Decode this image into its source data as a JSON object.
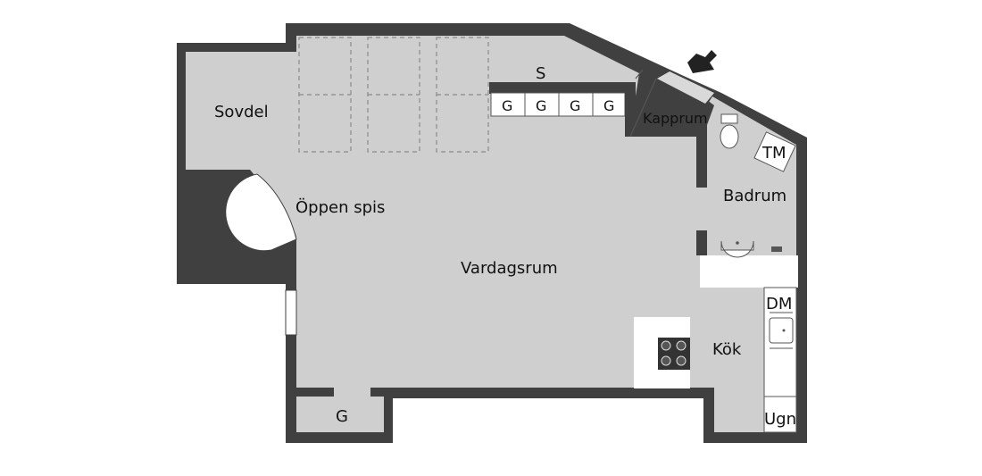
{
  "floorplan": {
    "rooms": {
      "bedroom": "Sovdel",
      "fireplace": "Öppen spis",
      "living": "Vardagsrum",
      "cloakroom": "Kapprum",
      "bathroom": "Badrum",
      "kitchen": "Kök",
      "storage_top": "S",
      "closet_bottom": "G"
    },
    "closets": [
      "G",
      "G",
      "G",
      "G"
    ],
    "appliances": {
      "dishwasher": "DM",
      "washer": "TM",
      "oven": "Ugn"
    },
    "entrance_arrow_icon": "entrance-arrow-icon",
    "colors": {
      "wall": "#404040",
      "floor": "#cfcfcf",
      "fixture": "#ffffff",
      "dashed": "#8a8a8a"
    }
  }
}
